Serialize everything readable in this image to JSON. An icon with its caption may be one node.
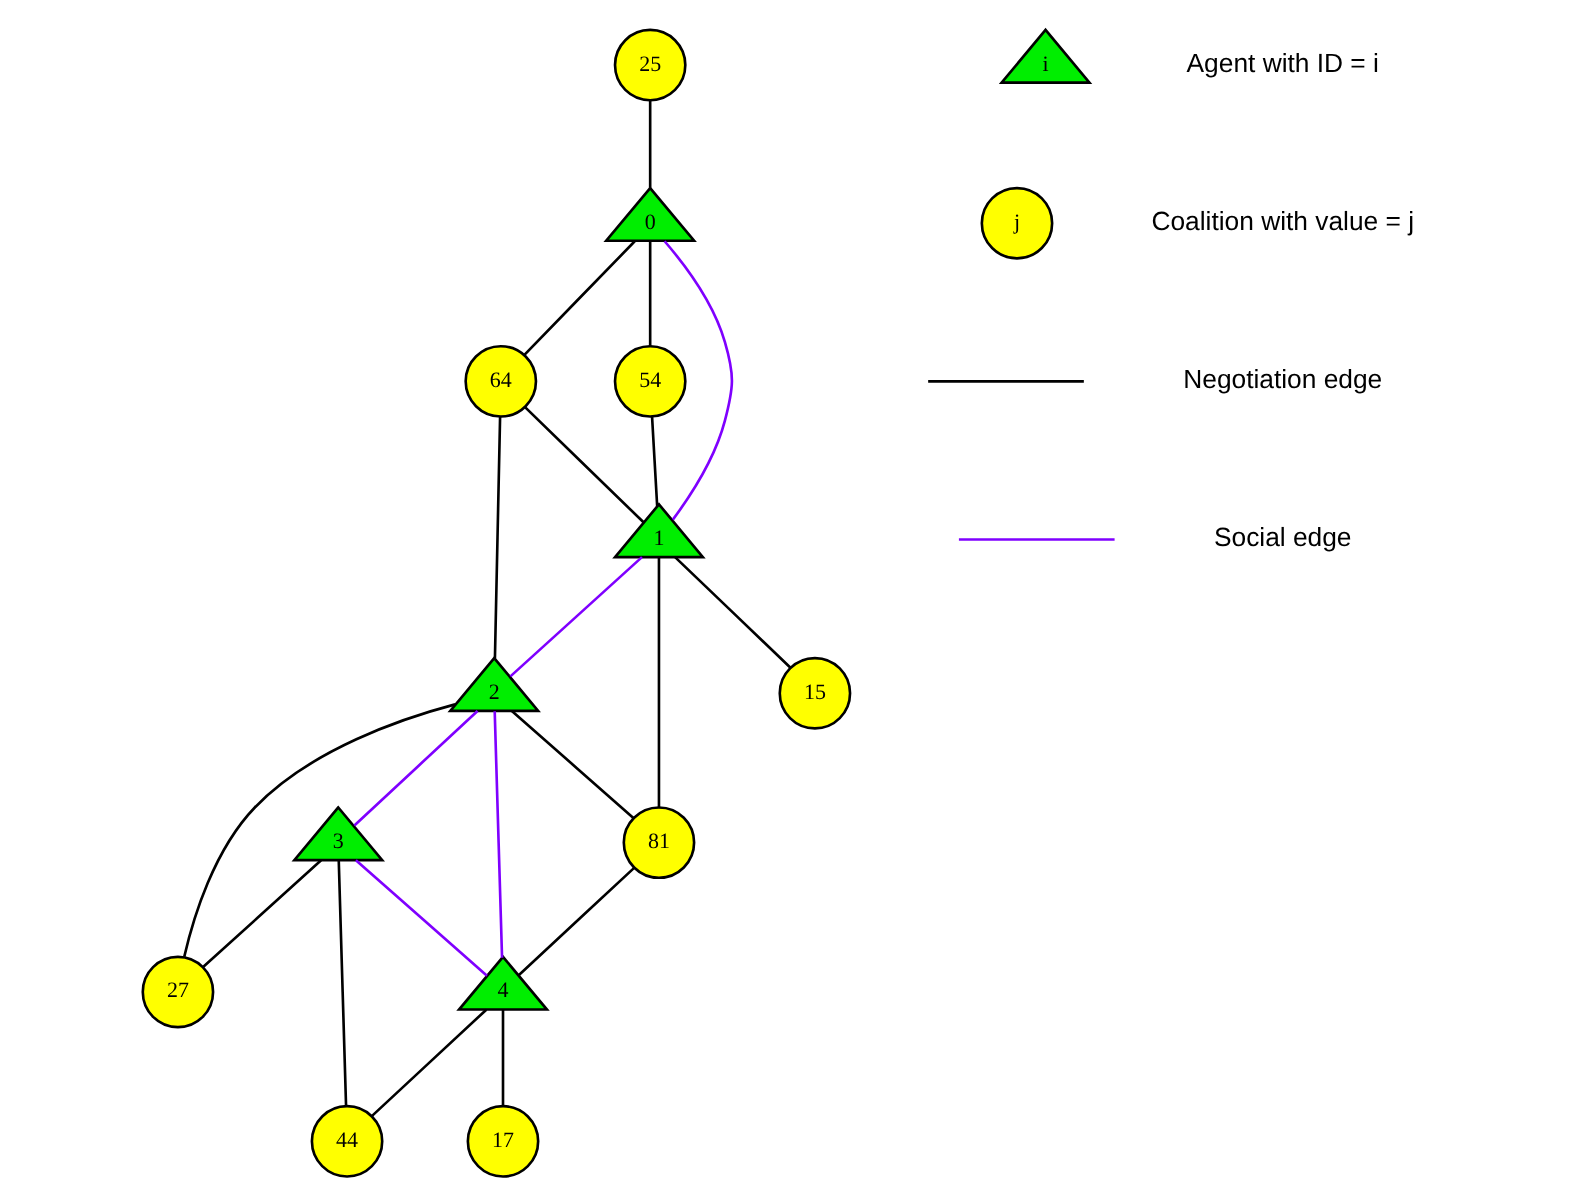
{
  "diagram": {
    "nodes": [
      {
        "text": [
          "25"
        ]
      },
      {
        "text": [
          "i"
        ]
      },
      {
        "text": [
          "3"
        ]
      },
      {
        "text": [
          "j"
        ]
      },
      {
        "text": [
          "27"
        ]
      },
      {
        "text": [
          "0"
        ]
      },
      {
        "text": [
          "64"
        ]
      },
      {
        "text": [
          "2"
        ]
      },
      {
        "text": [
          "44"
        ]
      },
      {
        "text": [
          "54"
        ]
      },
      {
        "text": [
          "81"
        ]
      },
      {
        "text": [
          "1"
        ]
      },
      {
        "text": [
          "4"
        ]
      },
      {
        "text": [
          "17"
        ]
      },
      {
        "text": [
          "15"
        ]
      }
    ],
    "edges": [
      {
        "from": 0,
        "to": 5,
        "arrow": "none"
      },
      {
        "from": 5,
        "to": 9,
        "arrow": "none"
      },
      {
        "from": 5,
        "to": 6,
        "arrow": "none"
      },
      {
        "from": 6,
        "to": 11,
        "arrow": "none"
      },
      {
        "from": 9,
        "to": 11,
        "arrow": "none"
      },
      {
        "from": 11,
        "to": 14,
        "arrow": "none"
      },
      {
        "from": 6,
        "to": 7,
        "arrow": "none"
      },
      {
        "from": 4,
        "to": 7,
        "arrow": "none"
      },
      {
        "from": 2,
        "to": 4,
        "arrow": "none"
      },
      {
        "from": 7,
        "to": 10,
        "arrow": "none"
      },
      {
        "from": 11,
        "to": 10,
        "arrow": "none"
      },
      {
        "from": 10,
        "to": 12,
        "arrow": "none"
      },
      {
        "from": 12,
        "to": 13,
        "arrow": "none"
      },
      {
        "from": 12,
        "to": 8,
        "arrow": "none"
      },
      {
        "from": 2,
        "to": 8,
        "arrow": "none"
      },
      {
        "from": 5,
        "to": 11,
        "arrow": "none",
        "color": "#7f00ff"
      },
      {
        "from": 11,
        "to": 7,
        "arrow": "none",
        "color": "#7f00ff"
      },
      {
        "from": 7,
        "to": 2,
        "arrow": "none",
        "color": "#7f00ff"
      },
      {
        "from": 2,
        "to": 12,
        "arrow": "none",
        "color": "#7f00ff"
      },
      {
        "from": 7,
        "to": 12,
        "arrow": "none",
        "color": "#7f00ff"
      }
    ],
    "legend": [
      {
        "text": "Agent with ID = i"
      },
      {
        "text": "Coalition with value = j"
      },
      {
        "text": "Negotiation edge"
      },
      {
        "text": "Social edge"
      }
    ]
  }
}
